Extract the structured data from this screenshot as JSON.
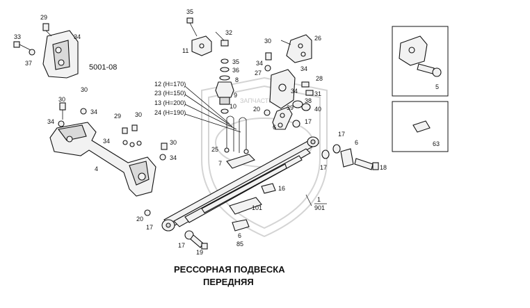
{
  "title": {
    "line1": "РЕССОРНАЯ ПОДВЕСКА",
    "line2": "ПЕРЕДНЯЯ"
  },
  "watermark": {
    "text": "ЗАПЧАСТИКА"
  },
  "callouts": {
    "c29a": "29",
    "c33": "33",
    "c34a": "34",
    "c37": "37",
    "c5001": "5001-08",
    "c35a": "35",
    "c32": "32",
    "c11": "11",
    "c26": "26",
    "c35b": "35",
    "c36": "36",
    "c8": "8",
    "c30a": "30",
    "c34b": "34",
    "c27": "27",
    "c34c": "34",
    "c28": "28",
    "c34d": "34",
    "c31": "31",
    "c38": "38",
    "c40": "40",
    "c12": "12 (H=170)",
    "c23": "23 (H=150)",
    "c13": "13 (H=200)",
    "c24": "24 (H=190)",
    "c9": "9",
    "c10": "10",
    "c20a": "20",
    "c39": "39",
    "c6a": "6",
    "c17a": "17",
    "c30b": "30",
    "c30c": "30",
    "c34e": "34",
    "c34f": "34",
    "c29b": "29",
    "c30d": "30",
    "c34g": "34",
    "c30e": "30",
    "c34h": "34",
    "c4": "4",
    "c25": "25",
    "c7": "7",
    "c16": "16",
    "c101": "101",
    "c1": "1",
    "c901": "901",
    "c17b": "17",
    "c6b": "6",
    "c17c": "17",
    "c18": "18",
    "c20b": "20",
    "c17d": "17",
    "c6c": "6",
    "c85": "85",
    "c17e": "17",
    "c19": "19",
    "c5": "5",
    "c63": "63"
  }
}
